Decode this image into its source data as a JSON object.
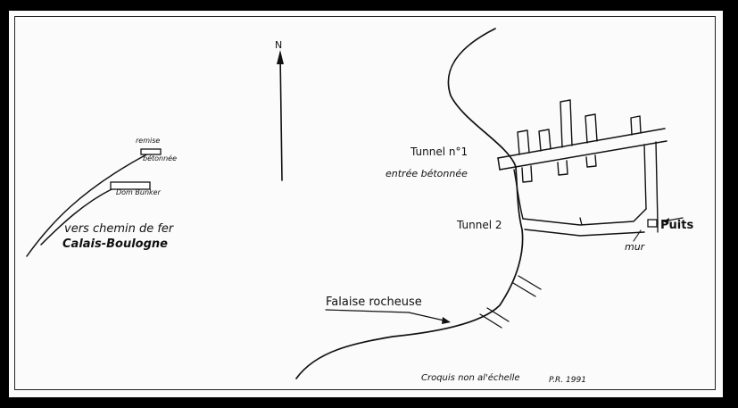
{
  "labels": {
    "north": "N",
    "remise_line1": "remise",
    "remise_line2": "bétonnée",
    "dom_bunker": "Dom Bunker",
    "vers_line1": "vers chemin de fer",
    "vers_line2": "Calais-Boulogne",
    "tunnel1_line1": "Tunnel n°1",
    "tunnel1_line2": "entrée bétonnée",
    "tunnel2": "Tunnel 2",
    "puits": "Puits",
    "mur": "mur",
    "falaise": "Falaise rocheuse",
    "croquis": "Croquis non al'échelle",
    "signature": "P.R. 1991"
  },
  "colors": {
    "ink": "#111111",
    "paper": "#fbfbfb",
    "border": "#000000"
  }
}
